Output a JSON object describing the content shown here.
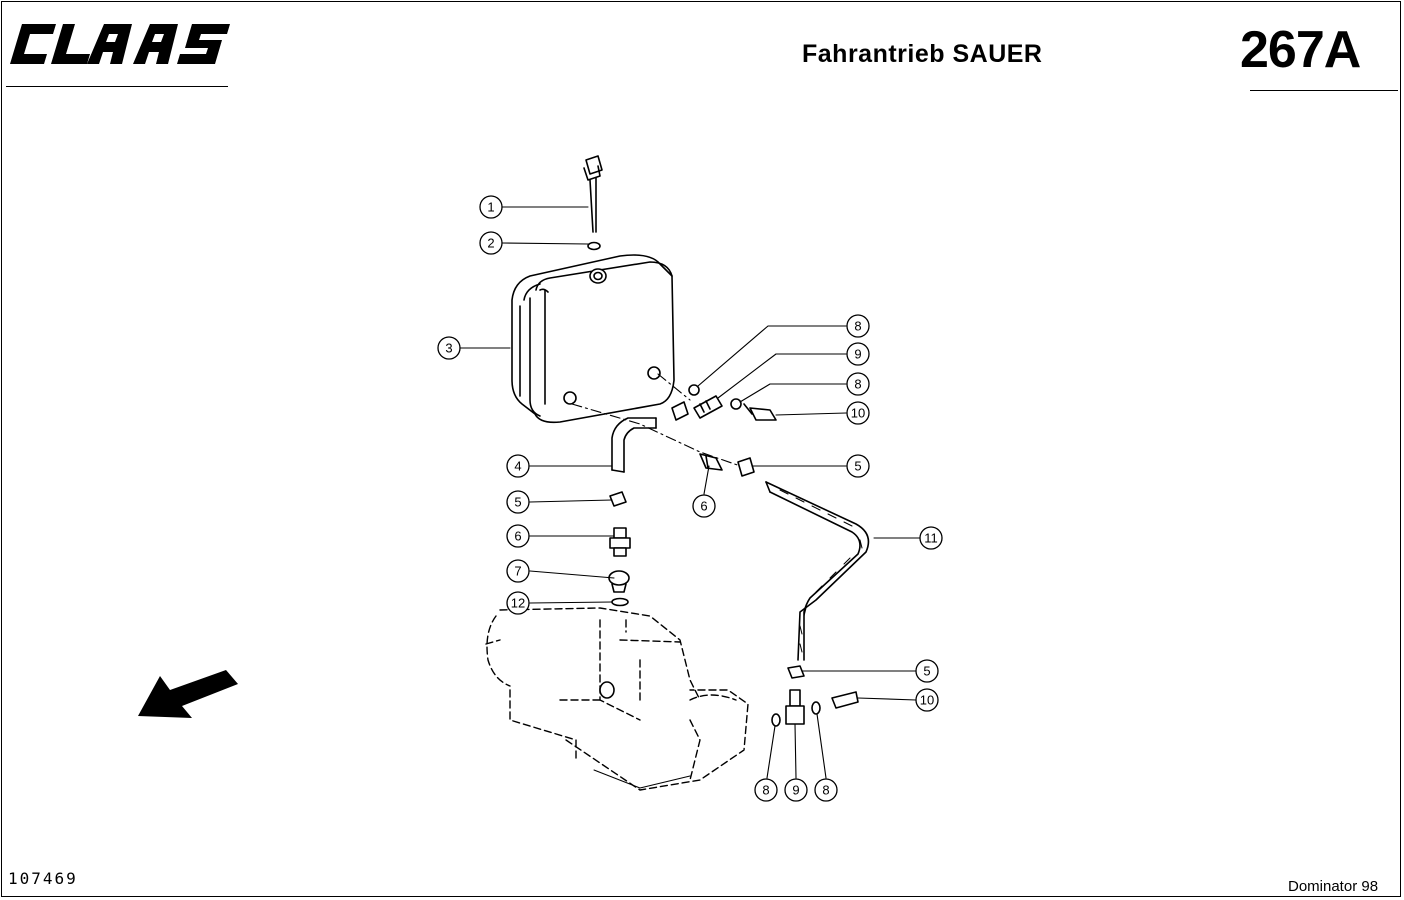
{
  "header": {
    "brand": "CLAAS",
    "title": "Fahrantrieb SAUER",
    "page_number": "267A"
  },
  "footer": {
    "document_number": "107469",
    "model": "Dominator 98"
  },
  "callouts": [
    "1",
    "2",
    "3",
    "4",
    "5",
    "6",
    "7",
    "12",
    "8",
    "9",
    "8",
    "10",
    "5",
    "6",
    "11",
    "5",
    "10",
    "8",
    "9",
    "8"
  ],
  "icons": {
    "direction_arrow": "arrow-down-left-icon"
  }
}
